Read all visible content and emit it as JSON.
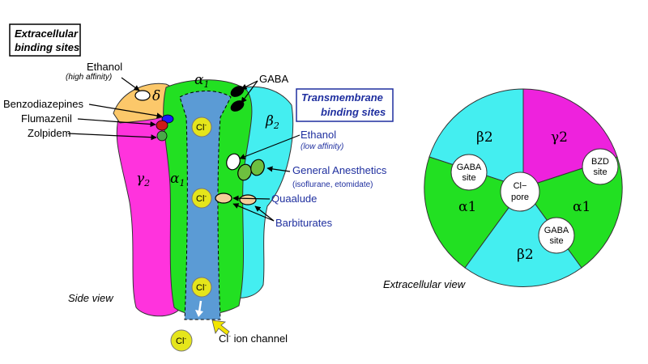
{
  "extracellular_box": {
    "line1": "Extracellular",
    "line2": "binding sites"
  },
  "transmembrane_box": {
    "line1": "Transmembrane",
    "line2": "binding sites"
  },
  "side_view_label": "Side view",
  "extracellular_view_label": "Extracellular view",
  "subunits": {
    "delta": "δ",
    "alpha_top": "α",
    "alpha_top_sub": "1",
    "beta": "β",
    "beta_sub": "2",
    "gamma": "γ",
    "gamma_sub": "2",
    "alpha_mid": "α",
    "alpha_mid_sub": "1"
  },
  "ligands": {
    "ethanol_high": "Ethanol",
    "ethanol_high_note": "(high affinity)",
    "gaba": "GABA",
    "benzodiazepines": "Benzodiazepines",
    "flumazenil": "Flumazenil",
    "zolpidem": "Zolpidem",
    "ethanol_low": "Ethanol",
    "ethanol_low_note": "(low affinity)",
    "general_anesthetics": "General Anesthetics",
    "general_anesthetics_note": "(isoflurane, etomidate)",
    "quaalude": "Quaalude",
    "barbiturates": "Barbiturates"
  },
  "ions": {
    "cl": "Cl",
    "minus": "-"
  },
  "ion_channel": {
    "label_main": "Cl",
    "label_sup": "-",
    "label_rest": " ion channel"
  },
  "wheel": {
    "segments": [
      "β2",
      "γ2",
      "α1",
      "β2",
      "α1"
    ],
    "sites": {
      "gaba_1": {
        "line1": "GABA",
        "line2": "site"
      },
      "bzd": {
        "line1": "BZD",
        "line2": "site"
      },
      "gaba_2": {
        "line1": "GABA",
        "line2": "site"
      },
      "pore": {
        "line1": "Cl−",
        "line2": "pore"
      }
    }
  },
  "colors": {
    "alpha": "#22e022",
    "beta": "#44eef0",
    "gamma": "#ff33dd",
    "delta": "#fcc86a",
    "channel": "#5b9bd5",
    "ion": "#e5e51b",
    "box_transmembrane": "#1f2f9f"
  }
}
